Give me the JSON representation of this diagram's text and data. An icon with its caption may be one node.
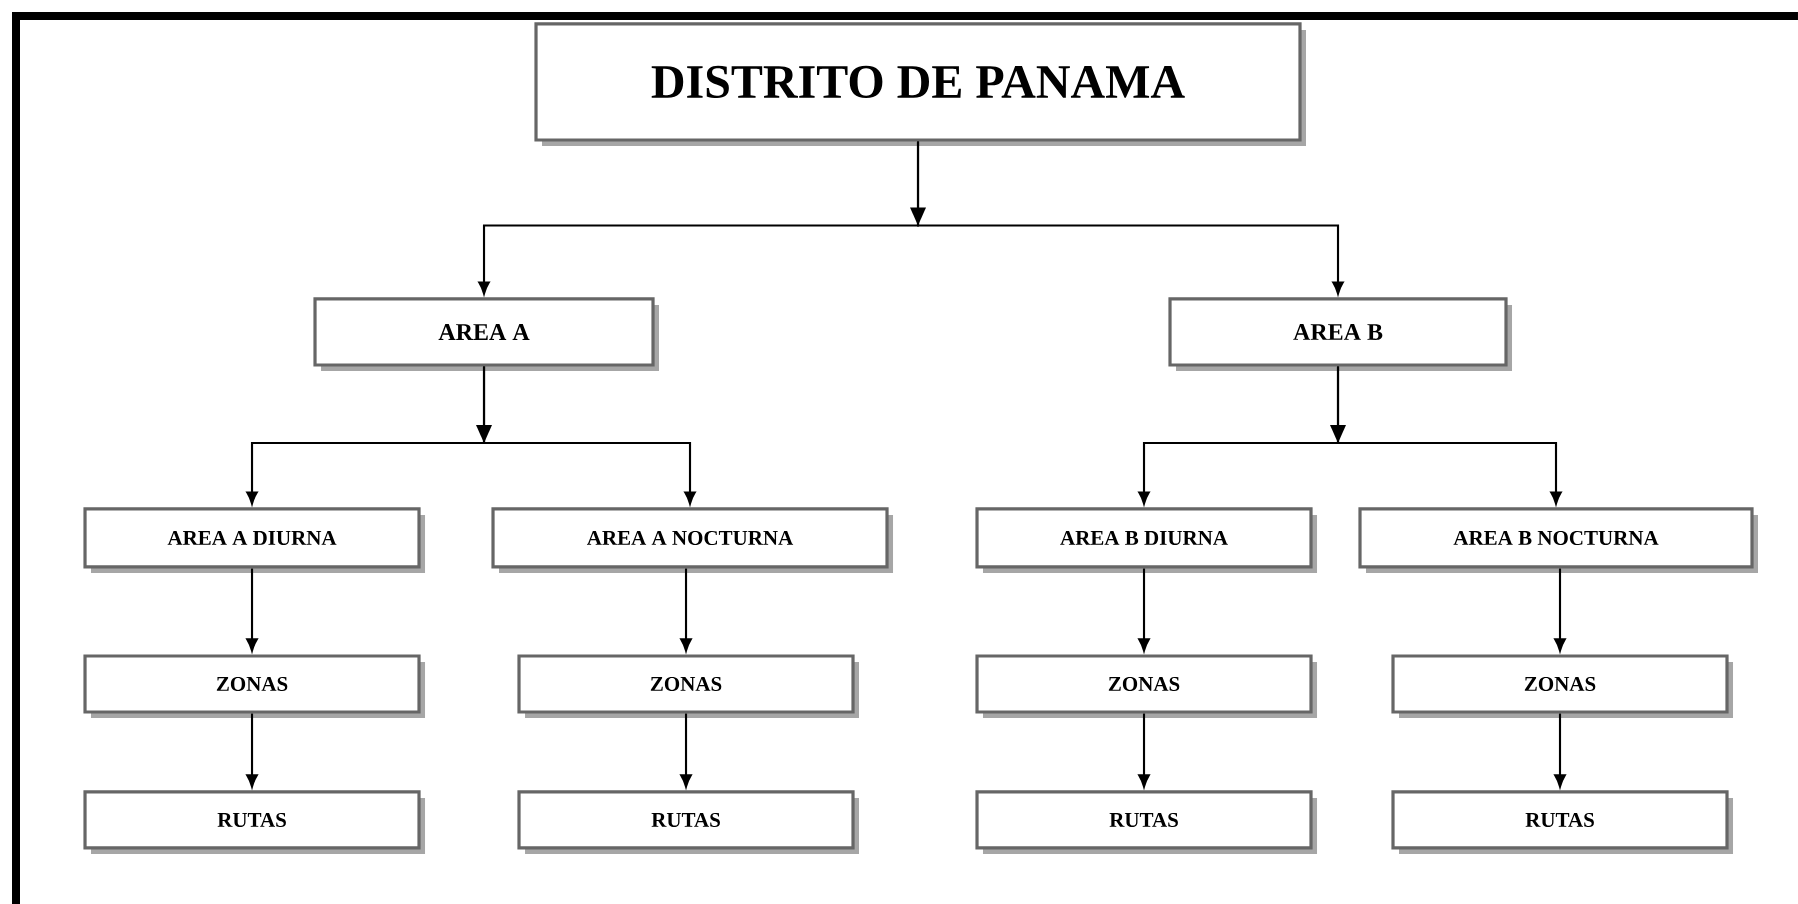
{
  "diagram": {
    "nodes": [
      {
        "text": [
          "DISTRITO DE PANAMA"
        ]
      },
      {
        "text": [
          "AREA A"
        ]
      },
      {
        "text": [
          "AREA B"
        ]
      },
      {
        "text": [
          "AREA A DIURNA"
        ]
      },
      {
        "text": [
          "AREA A NOCTURNA"
        ]
      },
      {
        "text": [
          "AREA B DIURNA"
        ]
      },
      {
        "text": [
          "AREA B NOCTURNA"
        ]
      },
      {
        "text": [
          "ZONAS"
        ]
      },
      {
        "text": [
          "ZONAS"
        ]
      },
      {
        "text": [
          "ZONAS"
        ]
      },
      {
        "text": [
          "ZONAS"
        ]
      },
      {
        "text": [
          "RUTAS"
        ]
      },
      {
        "text": [
          "RUTAS"
        ]
      },
      {
        "text": [
          "RUTAS"
        ]
      },
      {
        "text": [
          "RUTAS"
        ]
      }
    ],
    "edges": [
      {
        "from": 0,
        "to": 1,
        "arrow": "to"
      },
      {
        "from": 0,
        "to": 2,
        "arrow": "to"
      },
      {
        "from": 1,
        "to": 3,
        "arrow": "to"
      },
      {
        "from": 1,
        "to": 4,
        "arrow": "to"
      },
      {
        "from": 2,
        "to": 5,
        "arrow": "to"
      },
      {
        "from": 2,
        "to": 6,
        "arrow": "to"
      },
      {
        "from": 3,
        "to": 7,
        "arrow": "to"
      },
      {
        "from": 4,
        "to": 8,
        "arrow": "to"
      },
      {
        "from": 5,
        "to": 9,
        "arrow": "to"
      },
      {
        "from": 6,
        "to": 10,
        "arrow": "to"
      },
      {
        "from": 7,
        "to": 11,
        "arrow": "to"
      },
      {
        "from": 8,
        "to": 12,
        "arrow": "to"
      },
      {
        "from": 9,
        "to": 13,
        "arrow": "to"
      },
      {
        "from": 10,
        "to": 14,
        "arrow": "to"
      }
    ]
  }
}
